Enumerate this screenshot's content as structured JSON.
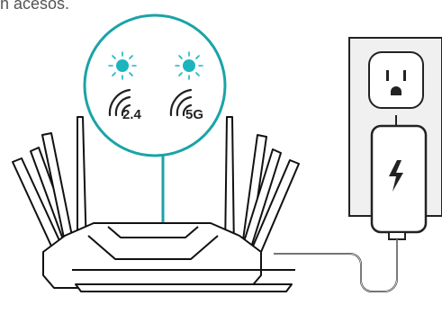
{
  "caption": "n acesos.",
  "bands": [
    {
      "label": "2.4"
    },
    {
      "label": "5G"
    }
  ],
  "colors": {
    "teal": "#1aa3a8",
    "led": "#1bb5c0",
    "stroke": "#111111",
    "plug_bg": "#f0f0f0"
  },
  "icons": [
    "led-indicator-icon",
    "wifi-signal-icon",
    "lightning-bolt-icon",
    "power-outlet-icon"
  ]
}
